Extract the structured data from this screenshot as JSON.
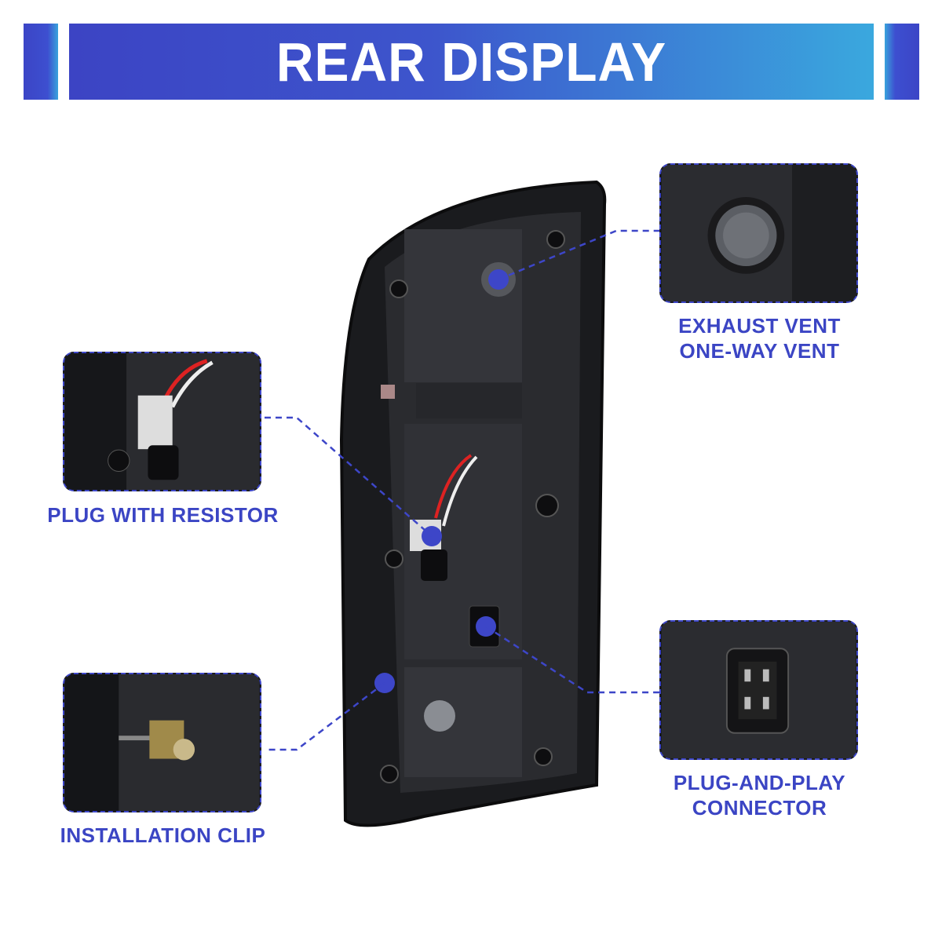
{
  "header": {
    "title": "REAR DISPLAY"
  },
  "callouts": [
    {
      "id": "exhaust-vent",
      "lines": [
        "EXHAUST VENT",
        "ONE-WAY VENT"
      ]
    },
    {
      "id": "plug-with-resistor",
      "lines": [
        "PLUG WITH RESISTOR"
      ]
    },
    {
      "id": "plug-and-play",
      "lines": [
        "PLUG-AND-PLAY",
        "CONNECTOR"
      ]
    },
    {
      "id": "installation-clip",
      "lines": [
        "INSTALLATION CLIP"
      ]
    }
  ],
  "colors": {
    "accent": "#3d46c8",
    "banner_start": "#3c44c4",
    "banner_end": "#3aa8de",
    "lamp_body": "#1c1d20"
  }
}
